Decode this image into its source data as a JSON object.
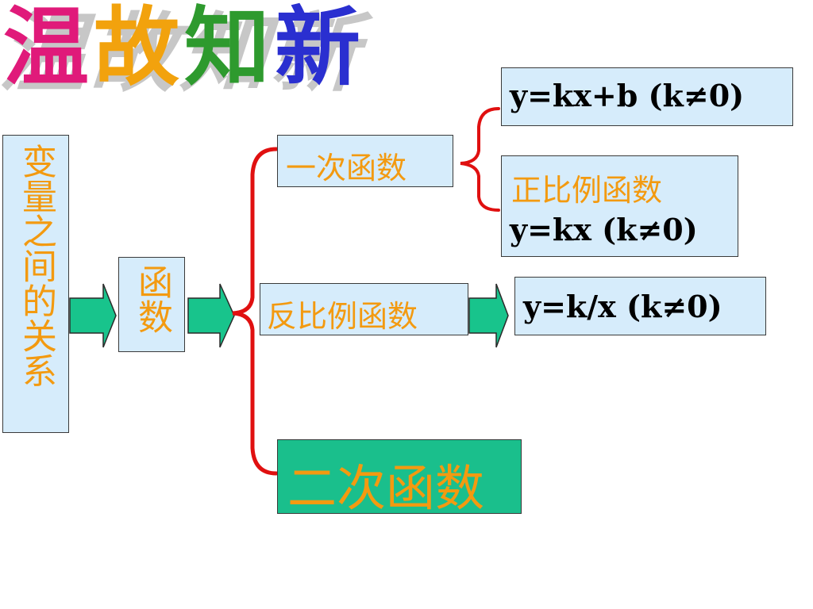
{
  "title": {
    "chars": [
      "温",
      "故",
      "知",
      "新"
    ],
    "colors": [
      "#e01a7a",
      "#f2a20d",
      "#2e9a2e",
      "#2a2fd0"
    ]
  },
  "left_box": {
    "text": "变量之间的关系"
  },
  "function_box": {
    "text": "函数"
  },
  "branches": {
    "linear": {
      "label": "一次函数"
    },
    "inverse": {
      "label": "反比例函数"
    },
    "quadratic": {
      "label": "二次函数"
    }
  },
  "formulas": {
    "linear": "y=kx+b (k≠0)",
    "proportional_label": "正比例函数",
    "proportional": "y=kx (k≠0)",
    "inverse": "y=k/x (k≠0)"
  },
  "colors": {
    "box_fill": "#d6ecfb",
    "highlight_fill": "#1abf8c",
    "label_text": "#f39a10",
    "arrow": "#18c48c",
    "bracket": "#e01010"
  }
}
